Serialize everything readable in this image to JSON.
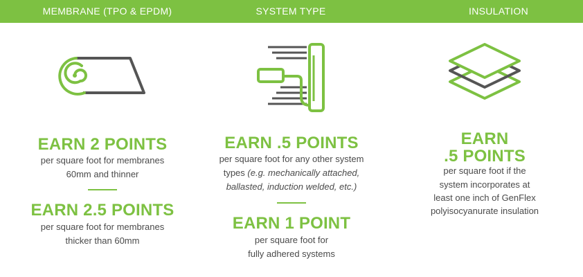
{
  "header": {
    "membrane": "MEMBRANE (TPO & EPDM)",
    "system_type": "SYSTEM TYPE",
    "insulation": "INSULATION"
  },
  "membrane": {
    "icon": "membrane-roll-icon",
    "earn_1": "EARN 2 POINTS",
    "desc_1_line_1": "per square foot for membranes",
    "desc_1_line_2": "60mm and thinner",
    "earn_2": "EARN 2.5 POINTS",
    "desc_2_line_1": "per square foot for membranes",
    "desc_2_line_2": "thicker than 60mm"
  },
  "system_type": {
    "icon": "paint-roller-icon",
    "earn_1": "EARN .5 POINTS",
    "desc_1_line_1": "per square foot for any other system",
    "desc_1_line_2_prefix": "types ",
    "desc_1_line_2_italic": "(e.g. mechanically attached,",
    "desc_1_line_3_italic": "ballasted, induction welded, etc.)",
    "earn_2": "EARN 1 POINT",
    "desc_2_line_1": "per square foot for",
    "desc_2_line_2": "fully adhered systems"
  },
  "insulation": {
    "icon": "stacked-layers-icon",
    "earn_line_1": "EARN",
    "earn_line_2": ".5 POINTS",
    "desc_line_1": "per square foot if the",
    "desc_line_2": "system incorporates at",
    "desc_line_3": "least one inch of GenFlex",
    "desc_line_4": "polyisocyanurate insulation"
  },
  "colors": {
    "green": "#7dc142",
    "gray": "#555555",
    "text": "#4a4a4a",
    "white": "#ffffff"
  }
}
